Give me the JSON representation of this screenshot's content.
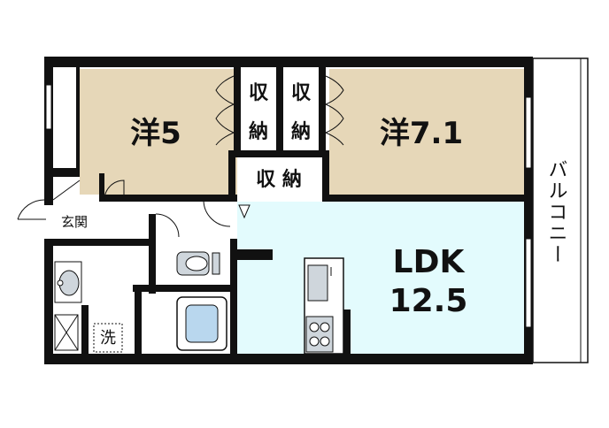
{
  "rooms": {
    "western_left": {
      "label": "洋5",
      "color": "#e6d7b8"
    },
    "western_right": {
      "label": "洋7.1",
      "color": "#e6d7b8"
    },
    "ldk": {
      "label": "LDK",
      "size": "12.5",
      "color": "#e3fbfd"
    }
  },
  "storage": {
    "left_closet": {
      "line1": "収",
      "line2": "納"
    },
    "right_closet": {
      "line1": "収",
      "line2": "納"
    },
    "middle_closet": {
      "label": "収 納"
    }
  },
  "entrance": {
    "label": "玄関"
  },
  "laundry": {
    "label": "洗"
  },
  "balcony": {
    "label": "バルコニー"
  },
  "colors": {
    "wall": "#111111",
    "floor_white": "#ffffff",
    "fixture_gray": "#cfd6dc",
    "tub_blue": "#b9d7ee"
  }
}
